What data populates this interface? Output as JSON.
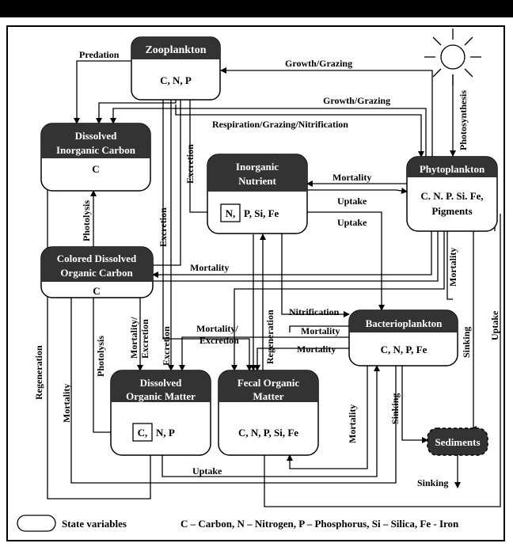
{
  "nodes": {
    "zooplankton": {
      "title": "Zooplankton",
      "content": "C, N, P"
    },
    "dic": {
      "title1": "Dissolved",
      "title2": "Inorganic Carbon",
      "content": "C"
    },
    "inorganic_nutrient": {
      "title1": "Inorganic",
      "title2": "Nutrient",
      "content_boxed": "N,",
      "content_rest": "P, Si, Fe"
    },
    "phytoplankton": {
      "title": "Phytoplankton",
      "content1": "C. N. P. Si. Fe,",
      "content2": "Pigments"
    },
    "cdoc": {
      "title1": "Colored Dissolved",
      "title2": "Organic Carbon",
      "content": "C"
    },
    "bacterioplankton": {
      "title": "Bacterioplankton",
      "content": "C, N, P, Fe"
    },
    "dom": {
      "title1": "Dissolved",
      "title2": "Organic Matter",
      "content_boxed": "C,",
      "content_rest": "N, P"
    },
    "fom": {
      "title1": "Fecal Organic",
      "title2": "Matter",
      "content": "C, N, P, Si, Fe"
    },
    "sediments": {
      "title": "Sediments"
    }
  },
  "labels": {
    "predation": "Predation",
    "growth_grazing_1": "Growth/Grazing",
    "growth_grazing_2": "Growth/Grazing",
    "respiration": "Respiration/Grazing/Nitrification",
    "photosynthesis": "Photosynthesis",
    "mortality_phyto_nutrient": "Mortality",
    "uptake_1": "Uptake",
    "uptake_2": "Uptake",
    "excretion_zoo_nutrient": "Excretion",
    "photolysis_1": "Photolysis",
    "excretion_zoo_cdoc": "Excretion",
    "mortality_cdoc": "Mortality",
    "mortality_phyto_right": "Mortality",
    "nitrification": "Nitrification",
    "mortality_bact_1": "Mortality",
    "mortality_bact_2": "Mortality",
    "regeneration_left": "Regeneration",
    "mortality_left": "Mortality",
    "photolysis_2": "Photolysis",
    "mortality_excretion_dom": "Mortality/",
    "excretion_dom": "Excretion",
    "excretion_dom2": "Excretion",
    "mortality_excretion_fom_1": "Mortality/",
    "mortality_excretion_fom_2": "Excretion",
    "regeneration_mid": "Regeneration",
    "mortality_fom": "Mortality",
    "sinking_phyto": "Sinking",
    "uptake_right": "Uptake",
    "sinking_bact": "Sinking",
    "uptake_bottom": "Uptake",
    "sinking_bottom": "Sinking"
  },
  "legend": {
    "state_variables": "State variables",
    "abbreviations": "C – Carbon, N – Nitrogen, P – Phosphorus, Si – Silica, Fe - Iron"
  }
}
